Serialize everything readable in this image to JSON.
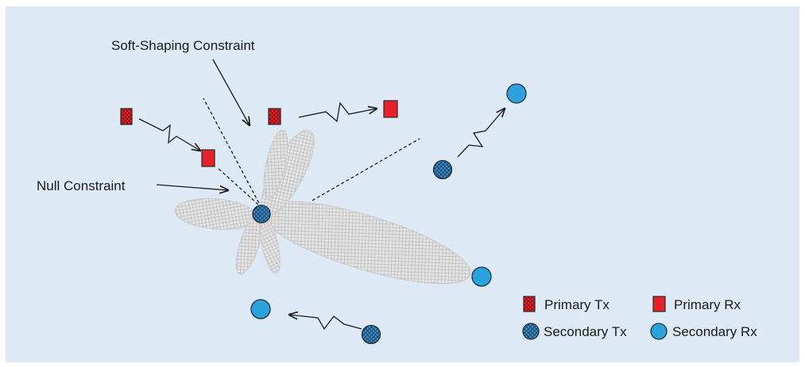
{
  "annotations": {
    "soft_shaping": "Soft-Shaping Constraint",
    "null_constraint": "Null Constraint"
  },
  "legend": {
    "primary_tx": "Primary Tx",
    "primary_rx": "Primary Rx",
    "secondary_tx": "Secondary Tx",
    "secondary_rx": "Secondary Rx"
  },
  "colors": {
    "background": "#dde9f5",
    "primary_red": "#e8202a",
    "secondary_blue": "#2aa3dc",
    "secondary_tx_blue": "#2f87c0",
    "beam_fill": "#e3e3e3"
  },
  "icons": {
    "primary_tx": "hatched-red-square",
    "primary_rx": "solid-red-square",
    "secondary_tx": "hatched-blue-circle",
    "secondary_rx": "solid-blue-circle"
  }
}
